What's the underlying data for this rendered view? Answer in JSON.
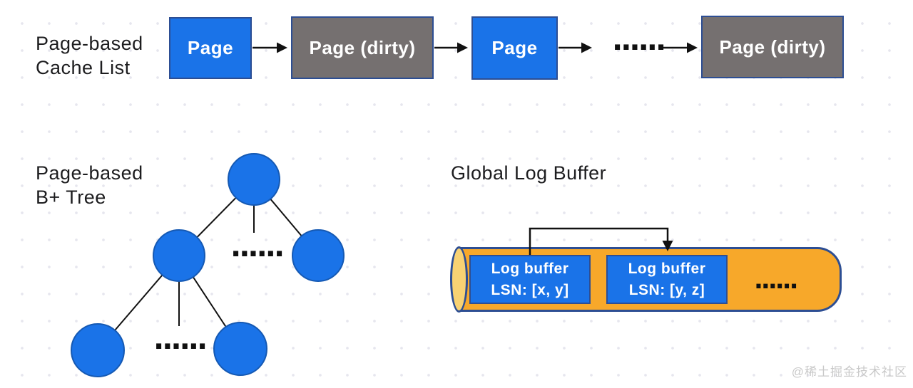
{
  "colors": {
    "blue": "#1a73e8",
    "gray": "#757070",
    "box_border": "#2d4e93",
    "node_border": "#1559b3",
    "orange": "#f7a82a",
    "orange_light": "#f8d273",
    "line": "#111111",
    "text": "#1d1d1f",
    "watermark": "#c9c9c9"
  },
  "cache_list": {
    "label_line1": "Page-based",
    "label_line2": "Cache List",
    "nodes": [
      {
        "label": "Page",
        "type": "clean"
      },
      {
        "label": "Page (dirty)",
        "type": "dirty"
      },
      {
        "label": "Page",
        "type": "clean"
      },
      {
        "label": "......",
        "type": "ellipsis"
      },
      {
        "label": "Page (dirty)",
        "type": "dirty"
      }
    ]
  },
  "btree": {
    "label_line1": "Page-based",
    "label_line2": "B+ Tree",
    "ellipsis_mid": "......",
    "ellipsis_bottom": "......"
  },
  "log_buffer": {
    "title": "Global Log Buffer",
    "segments": [
      {
        "line1": "Log buffer",
        "line2": "LSN: [x, y]"
      },
      {
        "line1": "Log buffer",
        "line2": "LSN: [y, z]"
      }
    ],
    "ellipsis": "......"
  },
  "watermark": "@稀土掘金技术社区"
}
